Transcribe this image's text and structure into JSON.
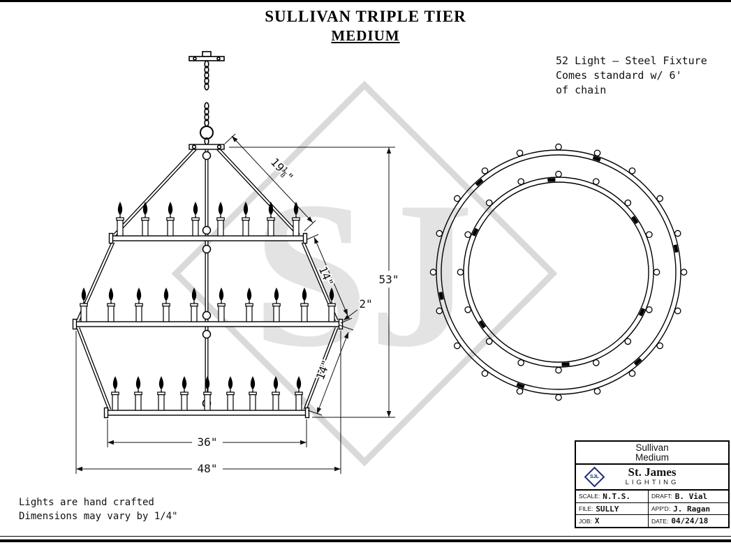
{
  "title": {
    "line1": "SULLIVAN TRIPLE TIER",
    "line2": "MEDIUM"
  },
  "notes": {
    "top_right": [
      "52 Light – Steel Fixture",
      "Comes standard w/ 6'",
      "of chain"
    ],
    "bottom_left": [
      "Lights are hand crafted",
      "Dimensions may vary by 1/4\""
    ]
  },
  "dims": {
    "hanger": "19⅛\"",
    "tier_drop_top": "14\"",
    "offset": "2\"",
    "overall_height": "53\"",
    "tier_drop_bottom": "14\"",
    "bottom_tier_width": "36\"",
    "middle_tier_width": "48\""
  },
  "watermark": "SJ",
  "colors": {
    "line": "#000000",
    "watermark": "#e0e0e0",
    "logo_navy": "#1b2a7b"
  },
  "title_block": {
    "product": [
      "Sullivan",
      "Medium"
    ],
    "company": "St. James",
    "company_sub": "LIGHTING",
    "logo_monogram": "SJL",
    "rows": [
      {
        "left_label": "SCALE:",
        "left_value": "N.T.S.",
        "right_label": "DRAFT:",
        "right_value": "B. Vial"
      },
      {
        "left_label": "FILE:",
        "left_value": "SULLY",
        "right_label": "APP'D:",
        "right_value": "J. Ragan"
      },
      {
        "left_label": "JOB:",
        "left_value": "X",
        "right_label": "DATE:",
        "right_value": "04/24/18"
      }
    ]
  }
}
